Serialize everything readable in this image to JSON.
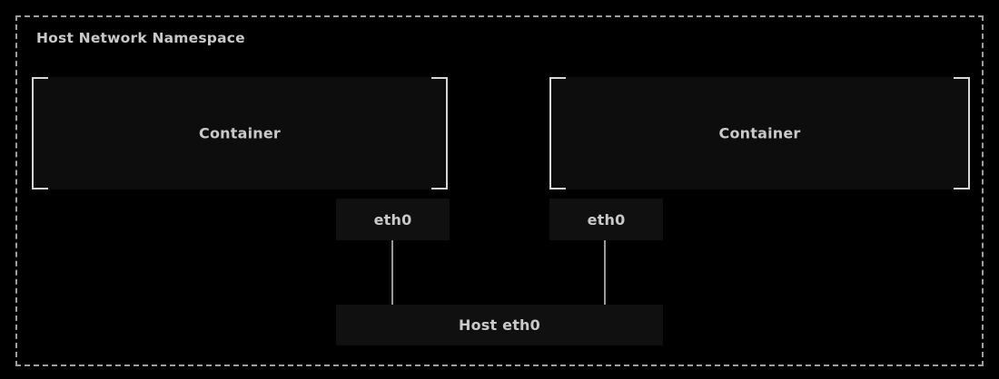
{
  "diagram": {
    "title": "Host Network Namespace",
    "background_color": "#000000",
    "stroke_color": "#d6d6d6",
    "boundary_color": "#9e9e9e",
    "text_color": "#c9c9c9",
    "box_fill_color": "#0d0d0d",
    "iface_fill_color": "#101010",
    "containers": [
      {
        "label": "Container",
        "interface_label": "eth0"
      },
      {
        "label": "Container",
        "interface_label": "eth0"
      }
    ],
    "host_interface": {
      "label": "Host eth0"
    }
  }
}
